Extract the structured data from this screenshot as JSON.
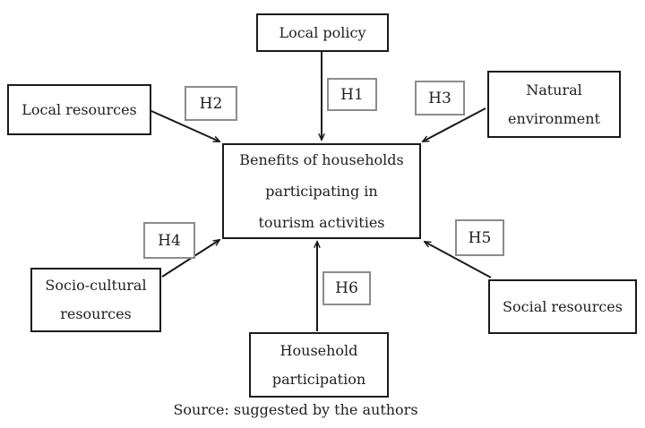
{
  "diagram": {
    "center_box": {
      "label": "Benefits of households\nparticipating in\ntourism activities"
    },
    "nodes": {
      "local_policy": {
        "label": "Local policy"
      },
      "local_resources": {
        "label": "Local resources"
      },
      "natural_environment": {
        "label": "Natural\nenvironment"
      },
      "socio_cultural_resources": {
        "label": "Socio-cultural\nresources"
      },
      "social_resources": {
        "label": "Social resources"
      },
      "household_participation": {
        "label": "Household\nparticipation"
      }
    },
    "hypotheses": {
      "h1": "H1",
      "h2": "H2",
      "h3": "H3",
      "h4": "H4",
      "h5": "H5",
      "h6": "H6"
    },
    "caption": "Source: suggested by the authors",
    "colors": {
      "background": "#ffffff",
      "box_border": "#1a1a1a",
      "hypothesis_border": "#8c8c8c",
      "text": "#1f1f1f",
      "arrow": "#1a1a1a"
    }
  }
}
